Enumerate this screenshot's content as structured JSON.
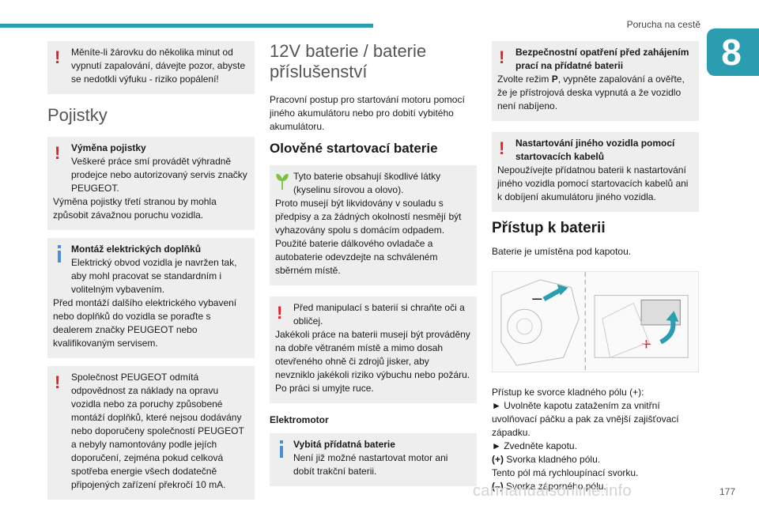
{
  "header": {
    "title": "Porucha na cestě",
    "chapter": "8",
    "page_number": "177"
  },
  "watermark": "carmanualsonline.info",
  "colors": {
    "accent": "#2a9db0",
    "warning": "#e0202a",
    "info": "#4a8fd6",
    "eco": "#7dc242"
  },
  "col1": {
    "box1": {
      "icon": "warning-icon",
      "text": "Měníte-li žárovku do několika minut od vypnutí zapalování, dávejte pozor, abyste se nedotkli výfuku - riziko popálení!"
    },
    "heading": "Pojistky",
    "box2": {
      "icon": "warning-icon",
      "title": "Výměna pojistky",
      "text1": "Veškeré práce smí provádět výhradně prodejce nebo autorizovaný servis značky PEUGEOT.",
      "text2": "Výměna pojistky třetí stranou by mohla způsobit závažnou poruchu vozidla."
    },
    "box3": {
      "icon": "info-icon",
      "title": "Montáž elektrických doplňků",
      "text1": "Elektrický obvod vozidla je navržen tak, aby mohl pracovat se standardním i volitelným vybavením.",
      "text2": "Před montáží dalšího elektrického vybavení nebo doplňků do vozidla se poraďte s dealerem značky PEUGEOT nebo kvalifikovaným servisem."
    },
    "box4": {
      "icon": "warning-icon",
      "text": "Společnost PEUGEOT odmítá odpovědnost za náklady na opravu vozidla nebo za poruchy způsobené montáží doplňků, které nejsou dodávány nebo doporučeny společností PEUGEOT a nebyly namontovány podle jejích doporučení, zejména pokud celková spotřeba energie všech dodatečně připojených zařízení překročí 10 mA."
    }
  },
  "col2": {
    "heading": "12V baterie / baterie příslušenství",
    "intro": "Pracovní postup pro startování motoru pomocí jiného akumulátoru nebo pro dobití vybitého akumulátoru.",
    "subheading": "Olověné startovací baterie",
    "box1": {
      "icon": "eco-leaf-icon",
      "text1": "Tyto baterie obsahují škodlivé látky (kyselinu sírovou a olovo).",
      "text2": "Proto musejí být likvidovány v souladu s předpisy a za žádných okolností nesmějí být vyhazovány spolu s domácím odpadem.",
      "text3": "Použité baterie dálkového ovladače a autobaterie odevzdejte na schváleném sběrném místě."
    },
    "box2": {
      "icon": "warning-icon",
      "text1": "Před manipulací s baterií si chraňte oči a obličej.",
      "text2": "Jakékoli práce na baterii musejí být prováděny na dobře větraném místě a mimo dosah otevřeného ohně či zdrojů jisker, aby nevzniklo jakékoli riziko výbuchu nebo požáru.",
      "text3": "Po práci si umyjte ruce."
    },
    "subheading2": "Elektromotor",
    "box3": {
      "icon": "info-icon",
      "title": "Vybitá přídatná baterie",
      "text": "Není již možné nastartovat motor ani dobít trakční baterii."
    }
  },
  "col3": {
    "box1": {
      "icon": "warning-icon",
      "title": "Bezpečnostní opatření před zahájením prací na přídatné baterii",
      "text_pre": "Zvolte režim ",
      "mode": "P",
      "text_post": ", vypněte zapalování a ověřte, že je přístrojová deska vypnutá a že vozidlo není nabíjeno."
    },
    "box2": {
      "icon": "warning-icon",
      "title": "Nastartování jiného vozidla pomocí startovacích kabelů",
      "text": "Nepoužívejte přídatnou baterii k nastartování jiného vozidla pomocí startovacích kabelů ani k dobíjení akumulátoru jiného vozidla."
    },
    "heading": "Přístup k baterii",
    "intro": "Baterie je umístěna pod kapotou.",
    "figure": {
      "minus": "–",
      "plus": "+"
    },
    "text1": "Přístup ke svorce kladného pólu (+):",
    "step1": "► Uvolněte kapotu zatažením za vnitřní uvolňovací páčku a pak za vnější zajišťovací západku.",
    "step2": "► Zvedněte kapotu.",
    "plus_label": "(+)",
    "plus_text": " Svorka kladného pólu.",
    "plus_note": "Tento pól má rychloupínací svorku.",
    "minus_label": "(–)",
    "minus_text": " Svorka záporného pólu."
  }
}
